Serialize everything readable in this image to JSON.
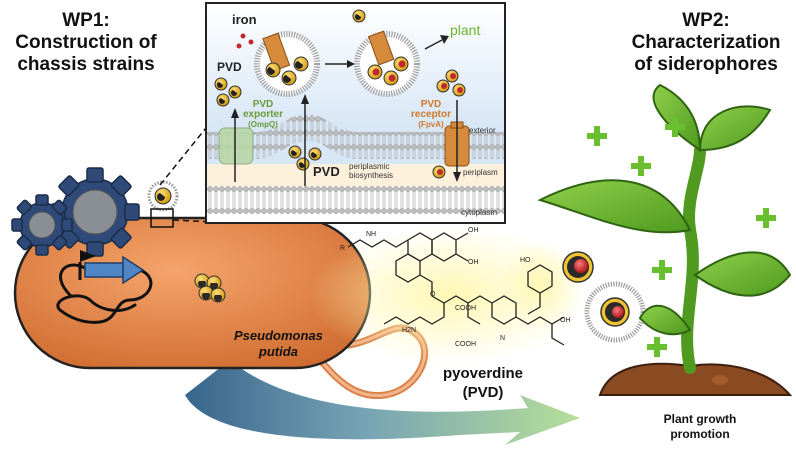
{
  "wp1": {
    "line1": "WP1:",
    "line2": "Construction of",
    "line3": "chassis strains"
  },
  "wp2": {
    "line1": "WP2:",
    "line2": "Characterization",
    "line3": "of siderophores"
  },
  "inset": {
    "iron": "iron",
    "pvd_top": "PVD",
    "plant": "plant",
    "exporter": "PVD",
    "exporter2": "exporter",
    "exporter_id": "(OmpQ)",
    "receptor": "PVD",
    "receptor2": "receptor",
    "receptor_id": "(FpvA)",
    "exterior": "exterior",
    "pvd_mid": "PVD",
    "periplasmic": "periplasmic",
    "biosynthesis": "biosynthesis",
    "periplasm": "periplasm",
    "cytoplasm": "cytoplasm"
  },
  "cell": {
    "species1": "Pseudomonas",
    "species2": "putida"
  },
  "molecule": {
    "name": "pyoverdine",
    "abbr": "(PVD)"
  },
  "plant": {
    "caption1": "Plant growth",
    "caption2": "promotion"
  },
  "colors": {
    "cell_fill": "#e07a3c",
    "gear": "#2f4a78",
    "plant_green": "#6cb52e",
    "plus_green": "#6abf2e",
    "membrane": "#bfbfbf",
    "pvd_gold": "#e7b21a",
    "iron_red": "#c0282b",
    "sky": "#dbe9f7",
    "pot_soil": "#8a4a22",
    "arrow_blue": "#2d5d86",
    "arrow_green": "#9fd07a",
    "glow": "#fff6a8"
  },
  "icons": [
    "gear-icon",
    "promoter-flag-icon",
    "gene-arrow-icon",
    "plus-icon",
    "pvd-iron-complex-icon",
    "vesicle-icon"
  ]
}
